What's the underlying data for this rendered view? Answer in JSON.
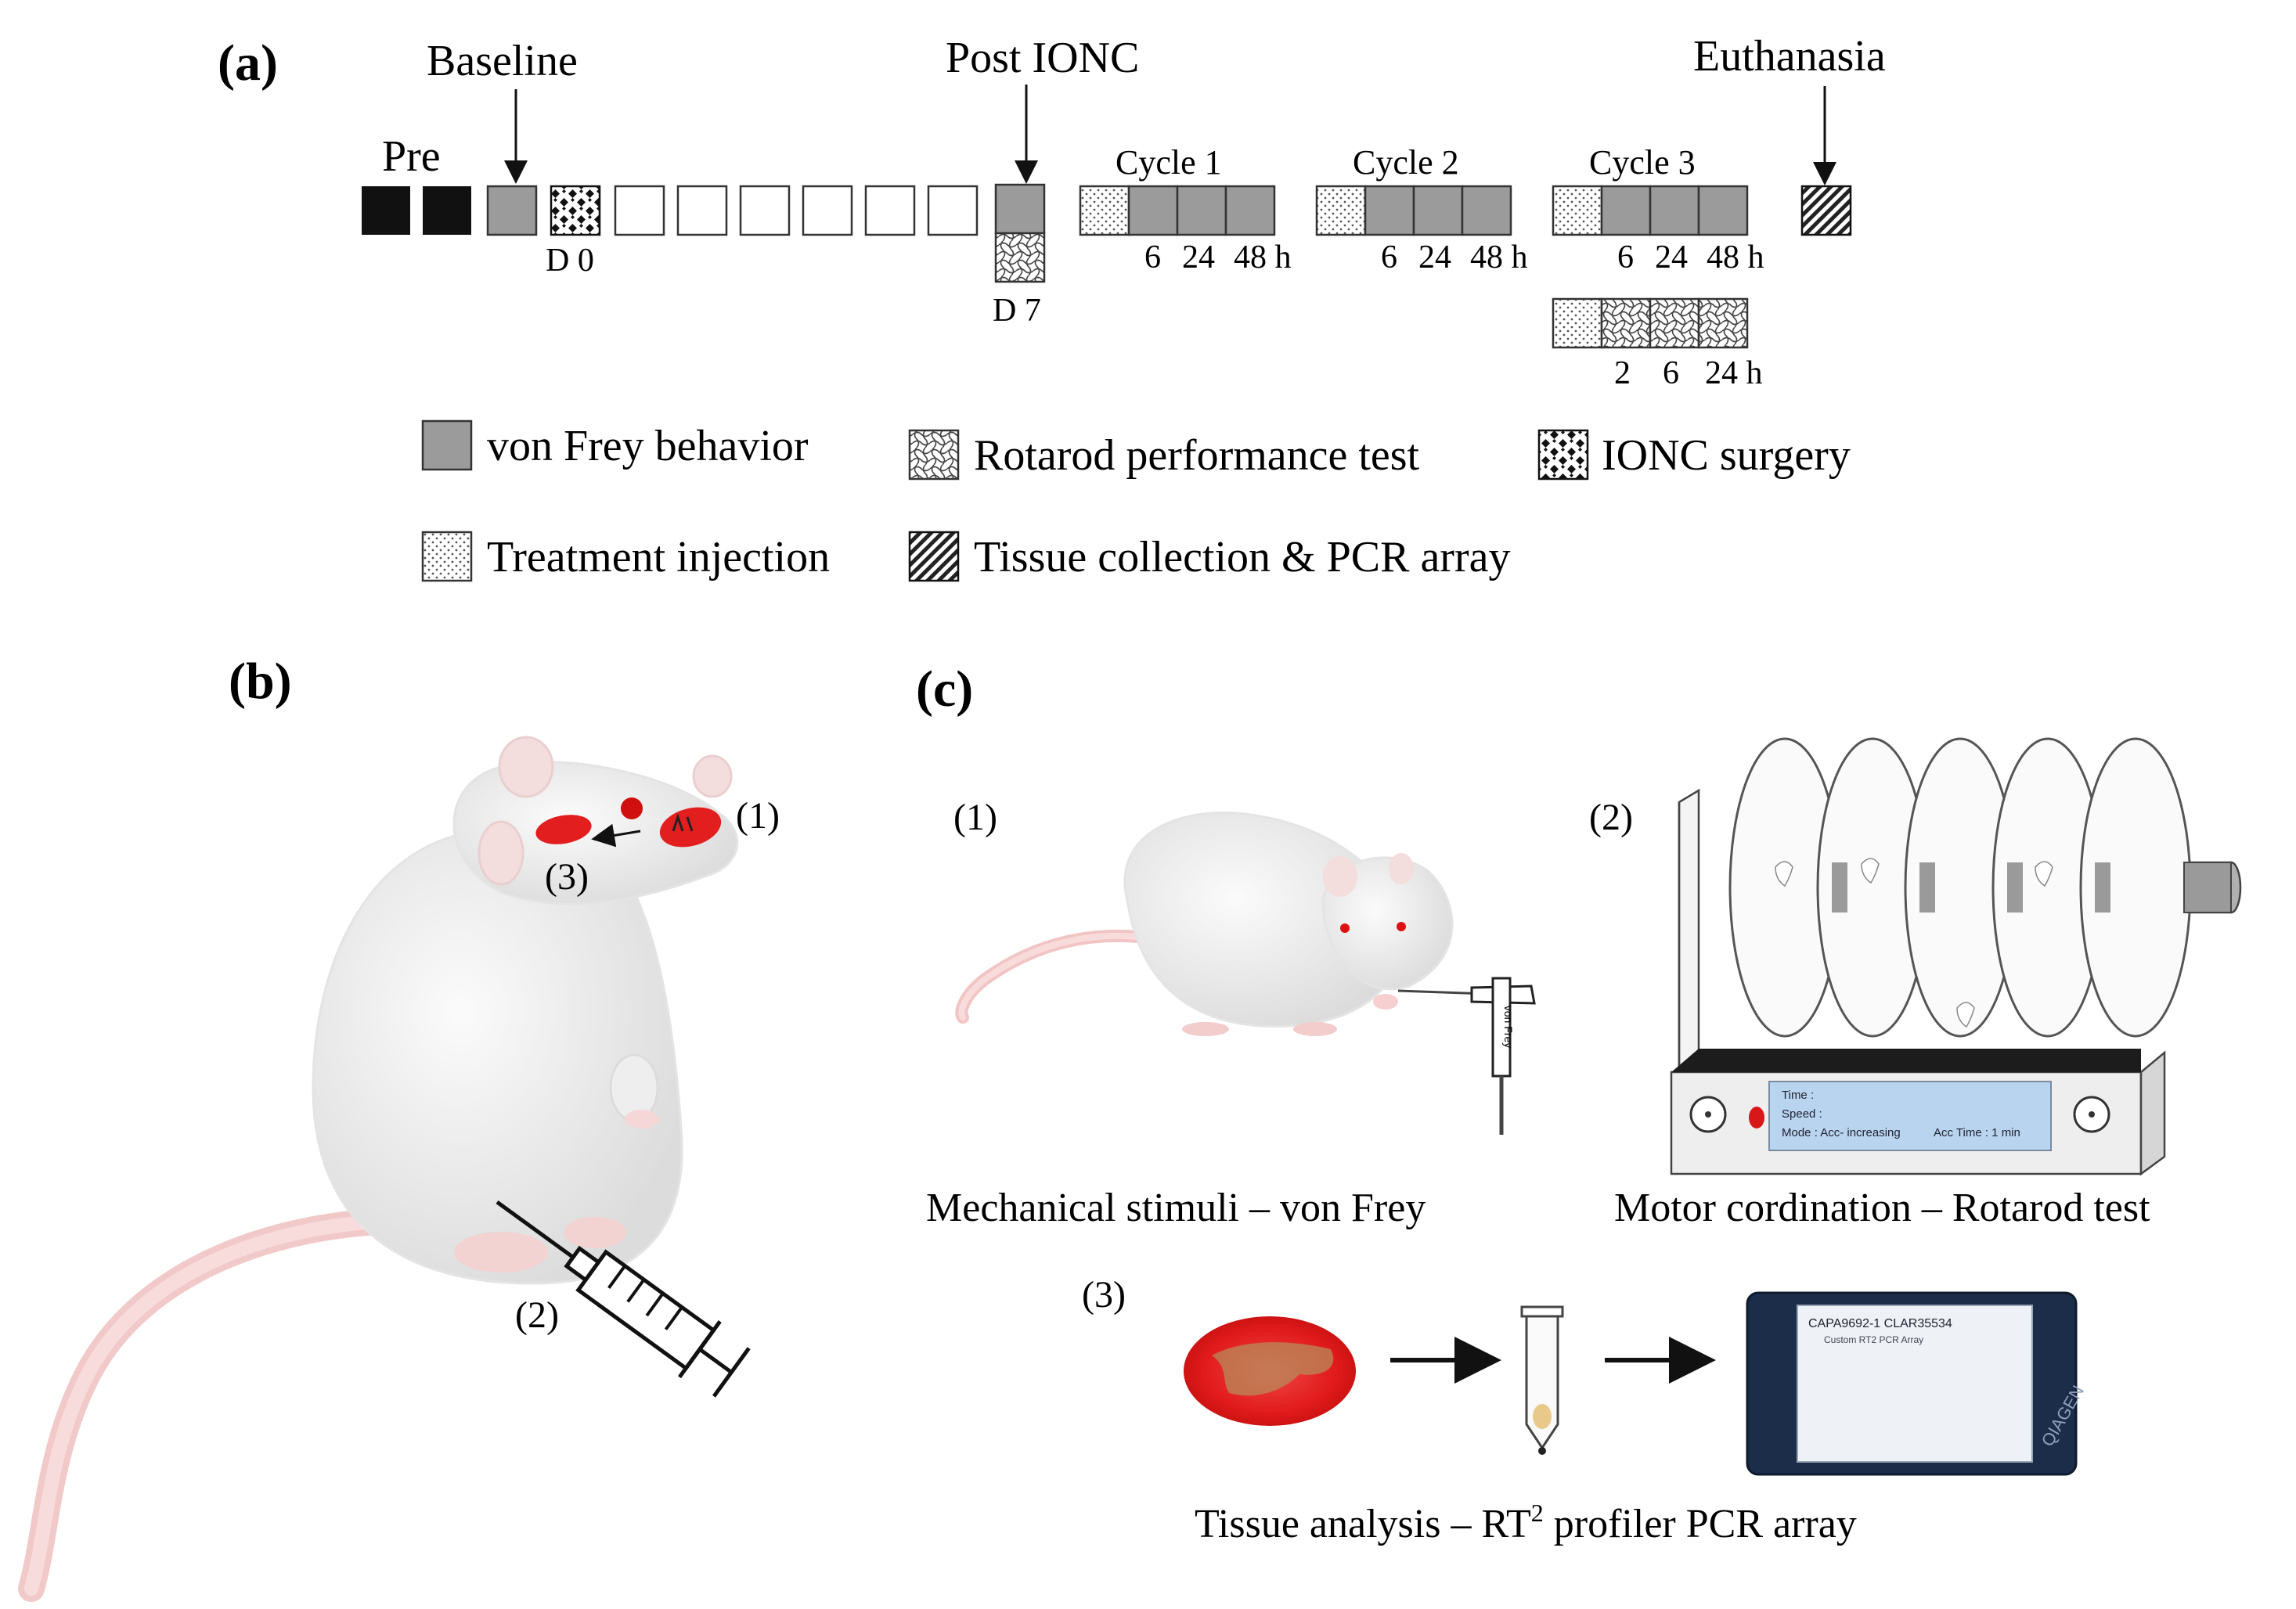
{
  "panel_a": {
    "letter": "(a)",
    "labels": {
      "pre": "Pre",
      "baseline": "Baseline",
      "post_ionc": "Post IONC",
      "euthanasia": "Euthanasia",
      "d0": "D 0",
      "d7": "D 7"
    },
    "cycles": [
      {
        "title": "Cycle 1",
        "hours": [
          "6",
          "24",
          "48 h"
        ]
      },
      {
        "title": "Cycle 2",
        "hours": [
          "6",
          "24",
          "48 h"
        ]
      },
      {
        "title": "Cycle 3",
        "hours": [
          "6",
          "24",
          "48 h"
        ]
      }
    ],
    "rotarod_hours": [
      "2",
      "6",
      "24 h"
    ],
    "legend": {
      "von_frey": "von Frey behavior",
      "rotarod": "Rotarod performance test",
      "ionc": "IONC surgery",
      "treatment": "Treatment injection",
      "tissue": "Tissue collection & PCR array"
    },
    "colors": {
      "black": "#111111",
      "gray": "#9b9b9b"
    }
  },
  "panel_b": {
    "letter": "(b)",
    "markers": [
      "(1)",
      "(2)",
      "(3)"
    ]
  },
  "panel_c": {
    "letter": "(c)",
    "markers": [
      "(1)",
      "(2)",
      "(3)"
    ],
    "captions": {
      "von_frey": "Mechanical stimuli – von Frey",
      "rotarod": "Motor cordination – Rotarod test",
      "tissue_prefix": "Tissue analysis – RT",
      "tissue_sup": "2",
      "tissue_suffix": " profiler PCR array"
    },
    "rotarod_display": {
      "time": "Time :",
      "speed": "Speed :",
      "mode": "Mode : Acc- increasing",
      "acc_time": "Acc Time : 1 min"
    },
    "vf_device_label": "von Frey",
    "pcr_plate": {
      "brand": "QIAGEN",
      "label_line1": "CAPA9692-1 CLAR35534",
      "label_line2": "Custom RT2 PCR Array"
    },
    "colors": {
      "tissue_red": "#e51e1e",
      "plate_blue": "#1c2d4a",
      "rat_eye": "#d11"
    }
  }
}
